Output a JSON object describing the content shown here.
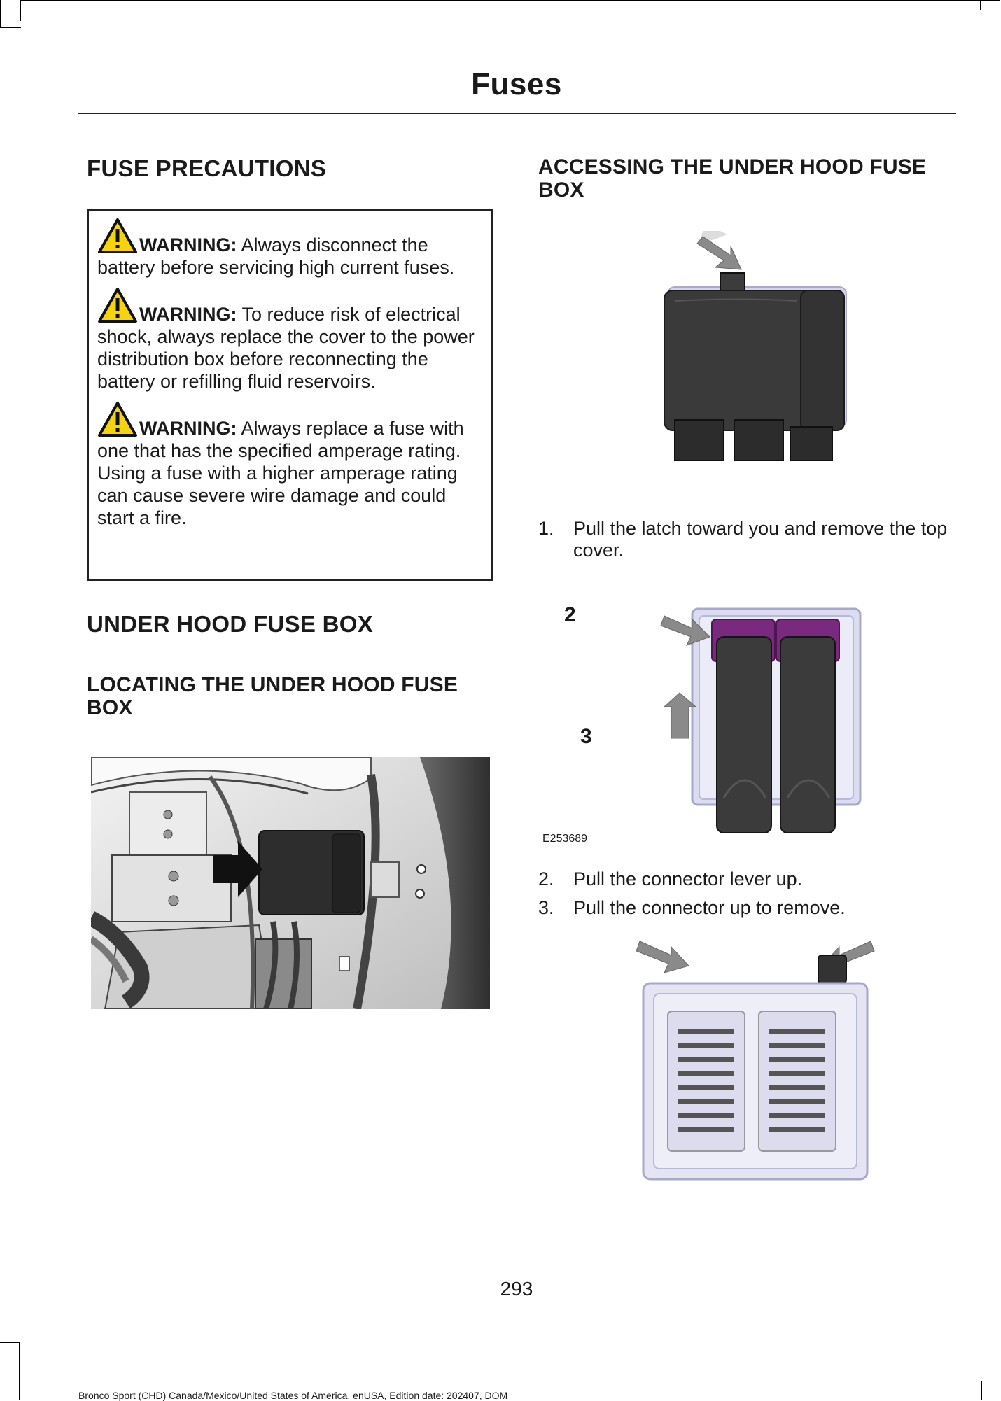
{
  "header": {
    "title": "Fuses"
  },
  "left": {
    "section_title": "FUSE PRECAUTIONS",
    "warnings": [
      {
        "label": "WARNING:",
        "text": " Always disconnect the battery before servicing high current fuses."
      },
      {
        "label": "WARNING:",
        "text": " To reduce risk of electrical shock, always replace the cover to the power distribution box before reconnecting the battery or refilling fluid reservoirs."
      },
      {
        "label": "WARNING:",
        "text": " Always replace a fuse with one that has the specified amperage rating. Using a fuse with a higher amperage rating can cause severe wire damage and could start a fire."
      }
    ],
    "box_title": "UNDER HOOD FUSE BOX",
    "locating_title": "LOCATING THE UNDER HOOD FUSE BOX"
  },
  "right": {
    "accessing_title": "ACCESSING THE UNDER HOOD FUSE BOX",
    "steps": [
      {
        "num": "1.",
        "text": "Pull the latch toward you and remove the top cover."
      },
      {
        "num": "2.",
        "text": "Pull the connector lever up."
      },
      {
        "num": "3.",
        "text": "Pull the connector up to remove."
      }
    ],
    "fig2": {
      "callout_a": "2",
      "callout_b": "3",
      "code": "E253689"
    }
  },
  "page_number": "293",
  "footer": "Bronco Sport (CHD) Canada/Mexico/United States of America, enUSA, Edition date: 202407, DOM",
  "colors": {
    "warning_yellow": "#f6d30f",
    "connector_purple": "#7a2a7e"
  }
}
